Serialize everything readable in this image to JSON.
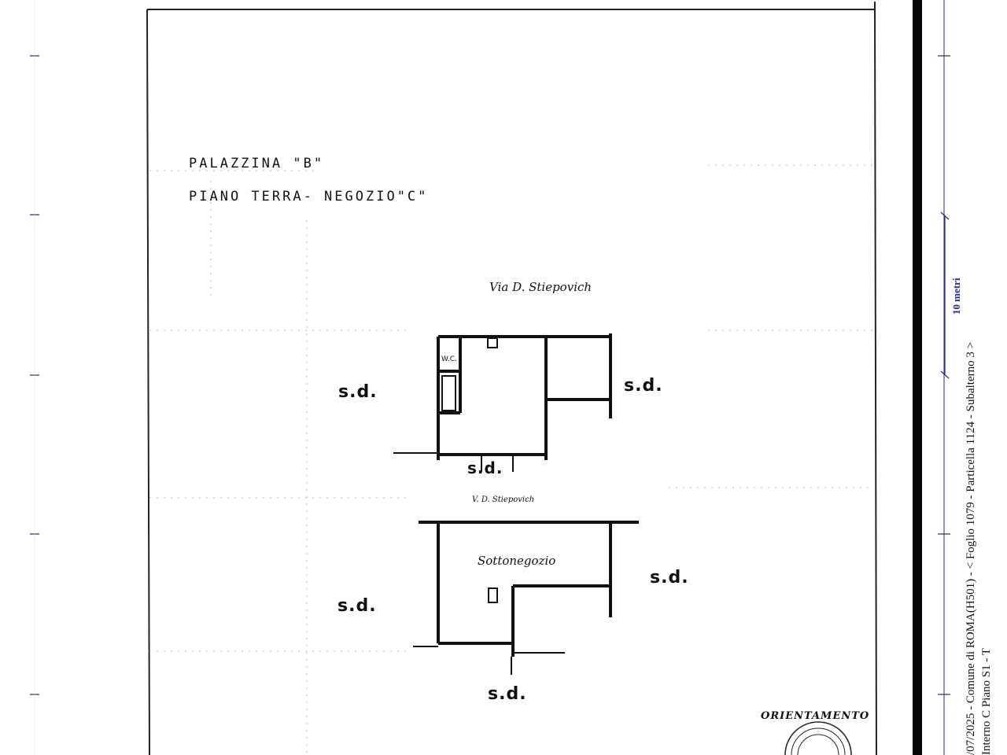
{
  "drawing": {
    "title_building": "PALAZZINA \"B\"",
    "title_floor": "PIANO TERRA- NEGOZIO\"C\"",
    "street_top": "Via D. Stiepovich",
    "street_lower": "V. D. Stiepovich",
    "wc_label": "W.C.",
    "sd_left_upper": "s.d.",
    "sd_right_upper": "s.d.",
    "sd_bottom_upper": "s.d.",
    "basement_label": "Sottonegozio",
    "sd_left_lower": "s.d.",
    "sd_right_lower": "s.d.",
    "sd_bottom_lower": "s.d.",
    "orientation_label": "ORIENTAMENTO"
  },
  "margin": {
    "scale_label": "10 metri",
    "line1": "/07/2025 - Comune di ROMA(H501) - < Foglio 1079 - Particella 1124 - Subalterno 3 >",
    "line2": "Interno C Piano S1 - T"
  }
}
